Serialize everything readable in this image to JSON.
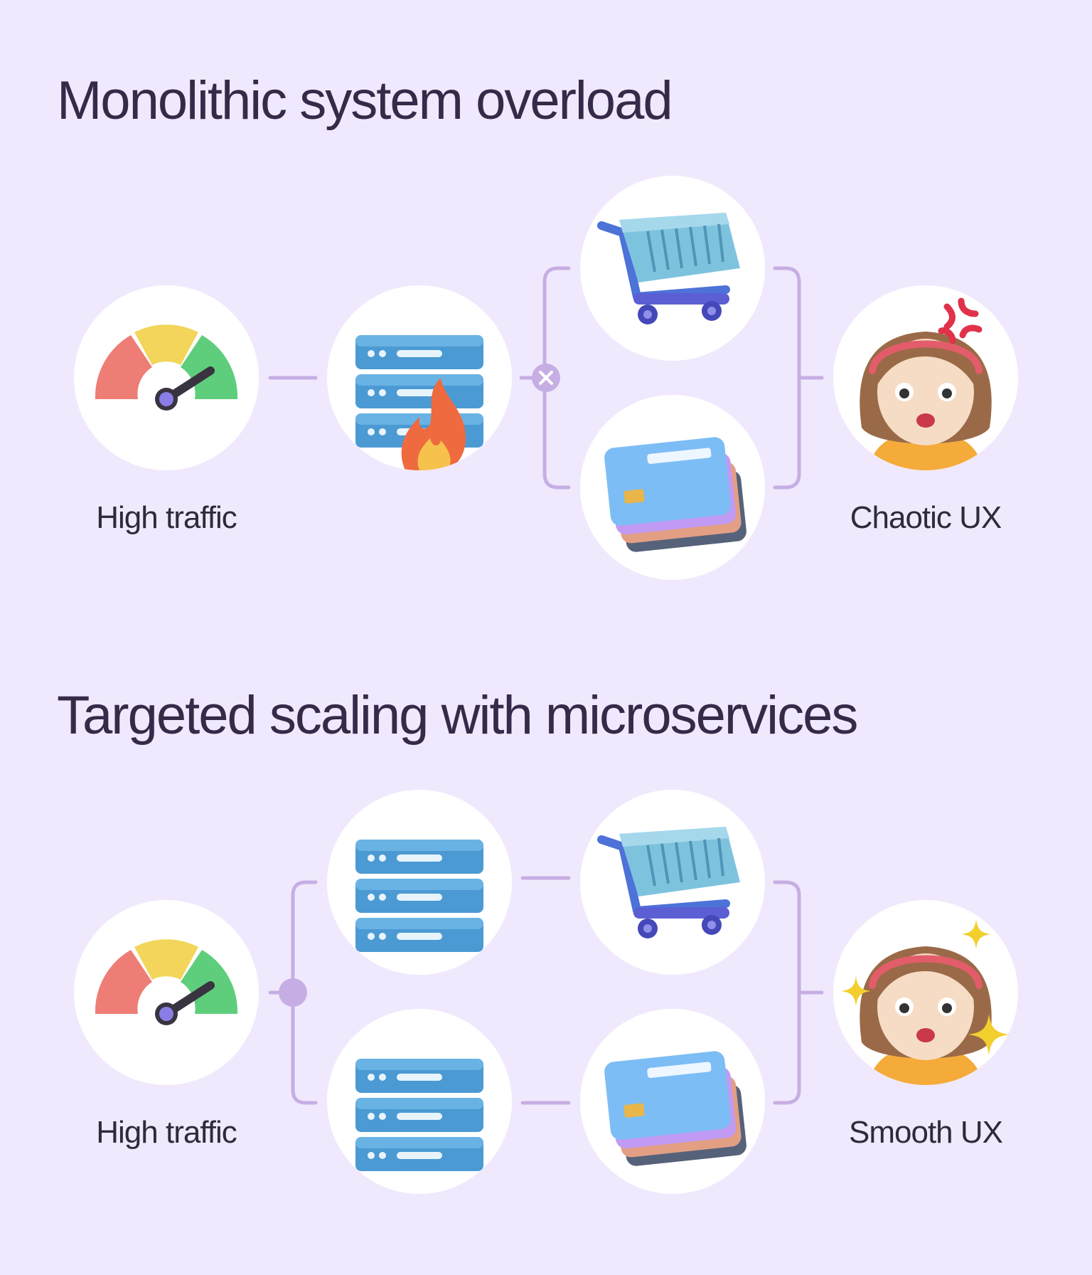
{
  "sections": [
    {
      "title": "Monolithic system overload",
      "source_label": "High traffic",
      "outcome_label": "Chaotic UX"
    },
    {
      "title": "Targeted scaling with microservices",
      "source_label": "High traffic",
      "outcome_label": "Smooth UX"
    }
  ],
  "colors": {
    "background": "#f0e9fd",
    "connector": "#c6aee4",
    "title": "#352a48"
  }
}
